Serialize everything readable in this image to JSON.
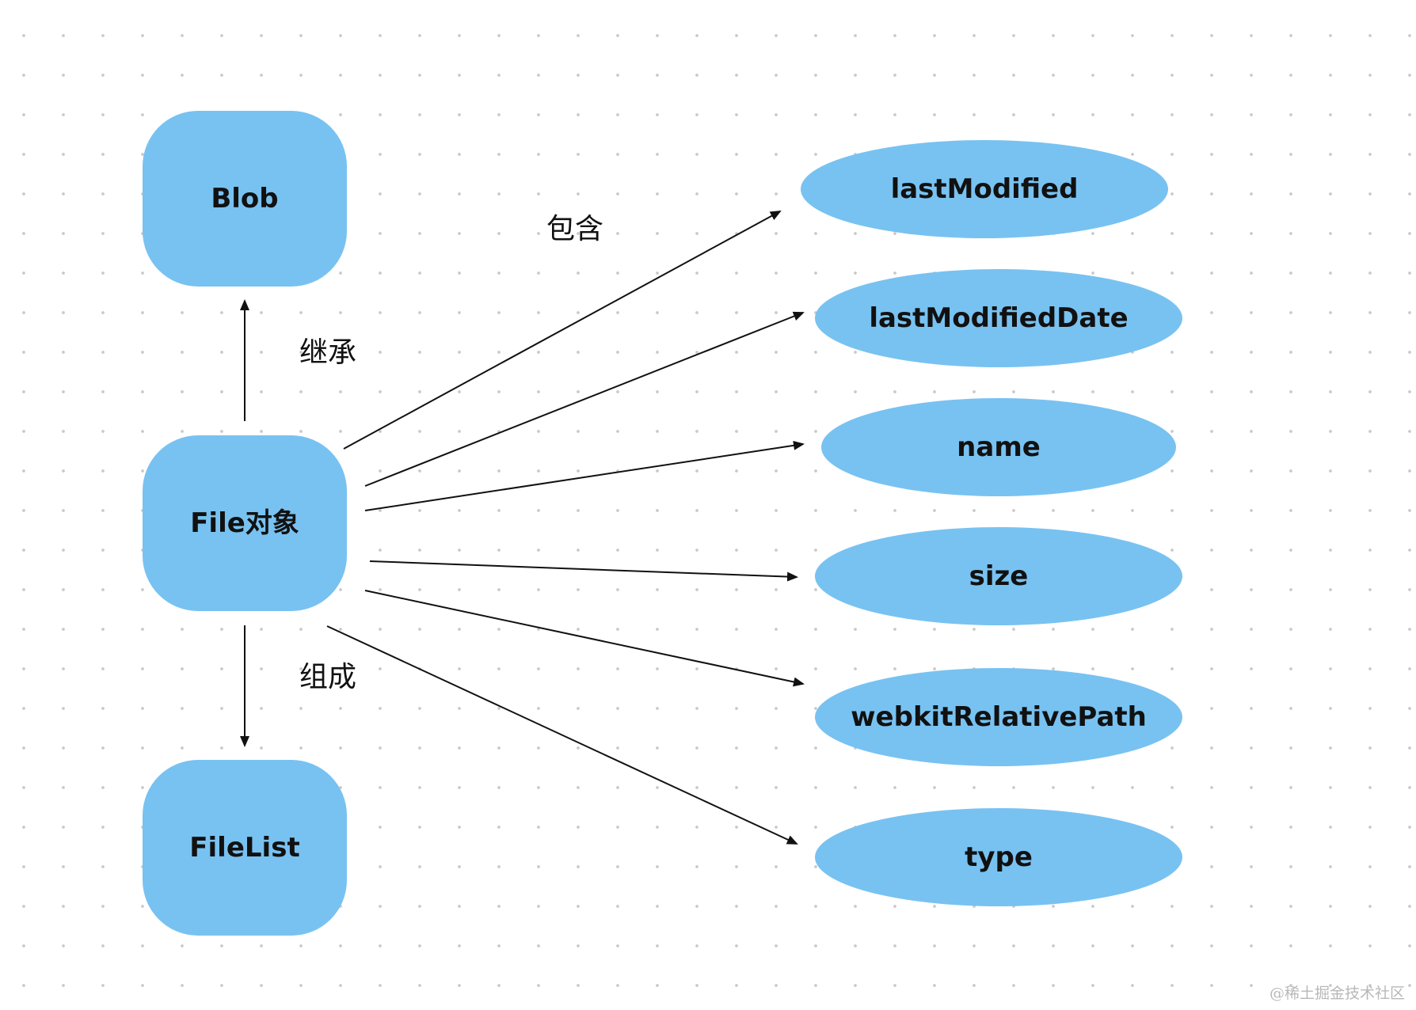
{
  "colors": {
    "node_fill": "#78c2f1",
    "edge": "#111111",
    "text": "#111111",
    "grid_dot": "#c9c9c9"
  },
  "nodes": {
    "blob": "Blob",
    "file": "File对象",
    "filelist": "FileList"
  },
  "edge_labels": {
    "inherits": "继承",
    "contains": "包含",
    "composes": "组成"
  },
  "properties": [
    "lastModified",
    "lastModifiedDate",
    "name",
    "size",
    "webkitRelativePath",
    "type"
  ],
  "watermark": "@稀土掘金技术社区"
}
